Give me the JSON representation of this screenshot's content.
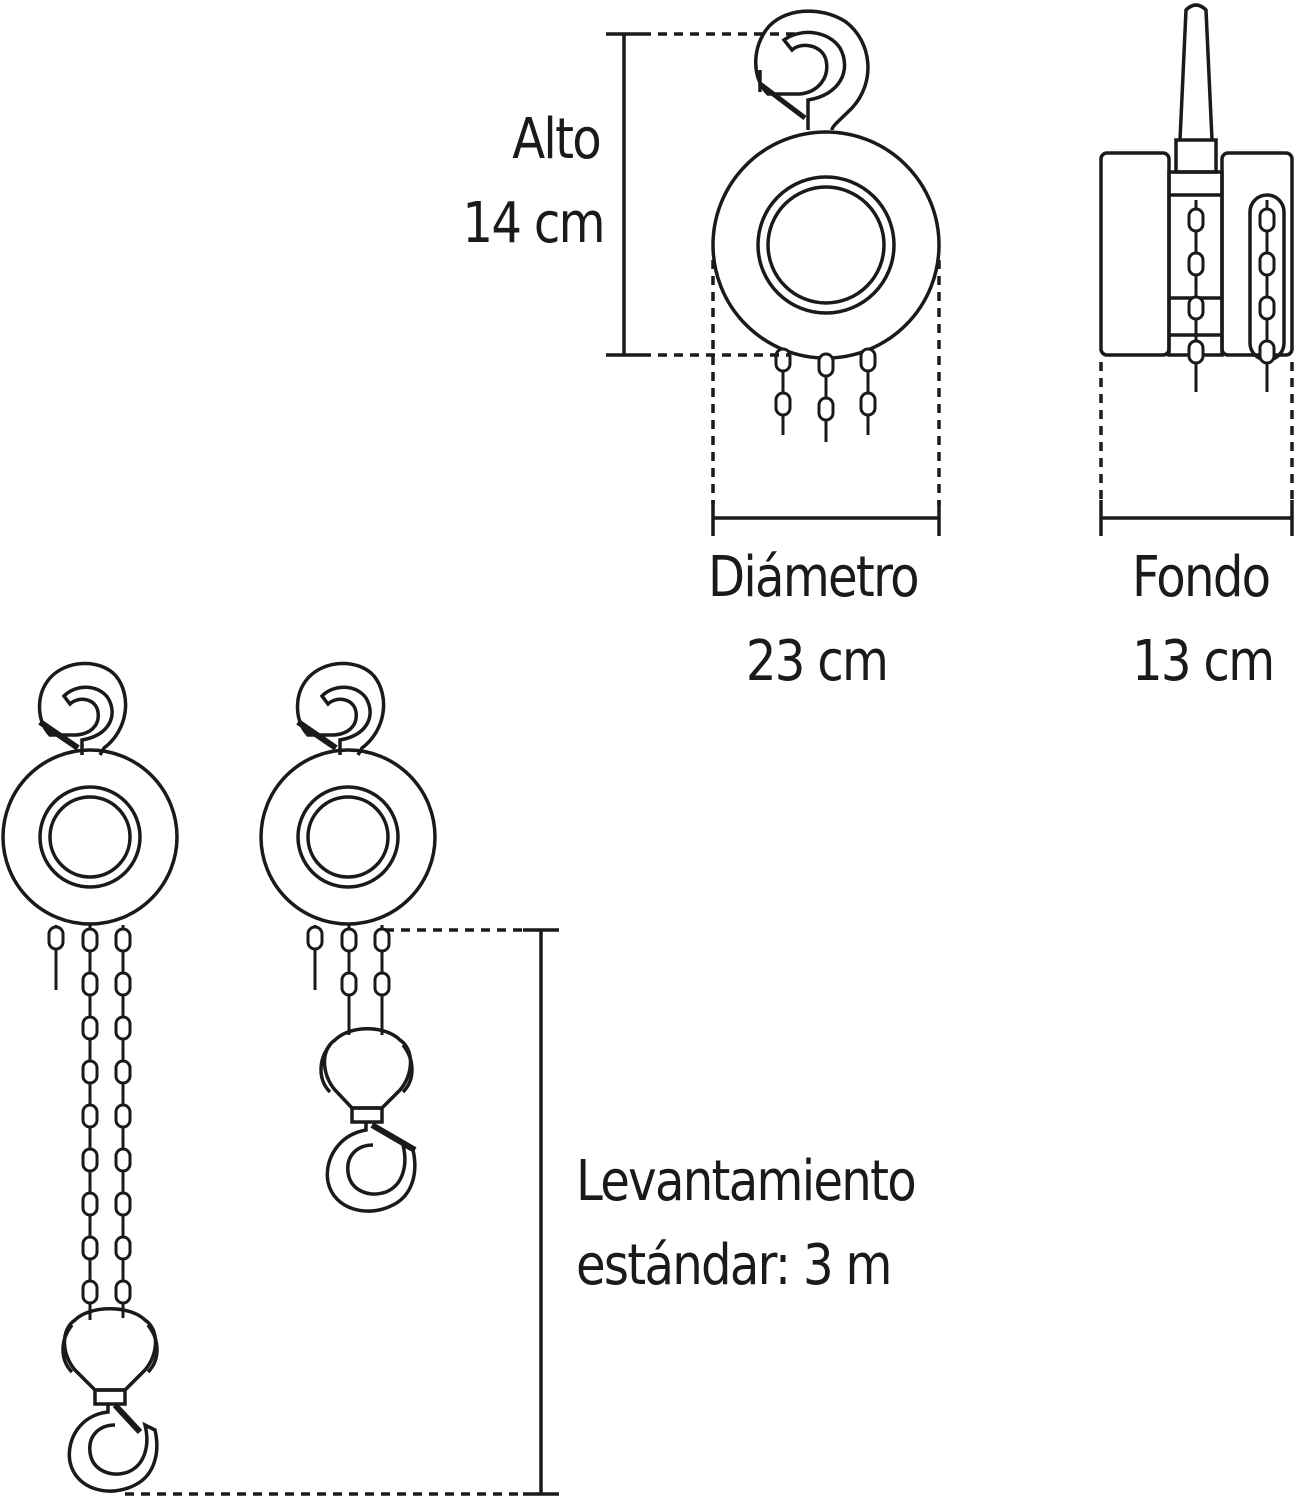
{
  "labels": {
    "alto": {
      "line1": "Alto",
      "line2": "14 cm"
    },
    "diametro": {
      "line1": "Diámetro",
      "line2": "23 cm"
    },
    "fondo": {
      "line1": "Fondo",
      "line2": "13 cm"
    },
    "levantamiento": {
      "line1": "Levantamiento",
      "line2": "estándar: 3 m"
    }
  },
  "colors": {
    "stroke": "#1a1a1a",
    "background": "#ffffff"
  }
}
